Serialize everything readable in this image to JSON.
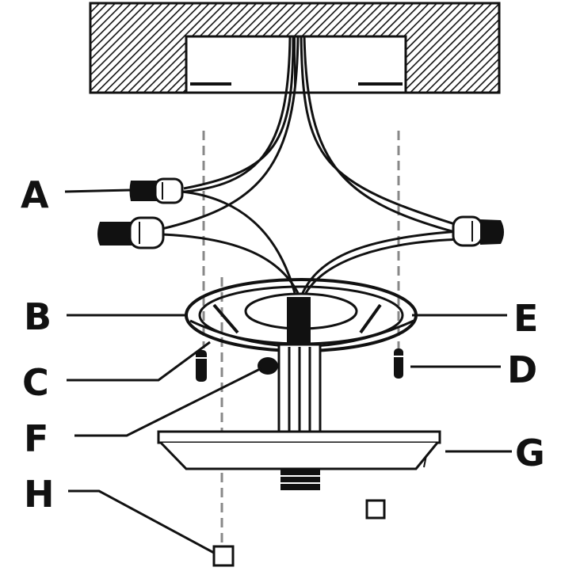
{
  "labels": {
    "a": "A",
    "b": "B",
    "c": "C",
    "d": "D",
    "e": "E",
    "f": "F",
    "g": "G",
    "h": "H"
  },
  "colors": {
    "ink": "#111111",
    "paper": "#ffffff",
    "guide": "#888888"
  }
}
